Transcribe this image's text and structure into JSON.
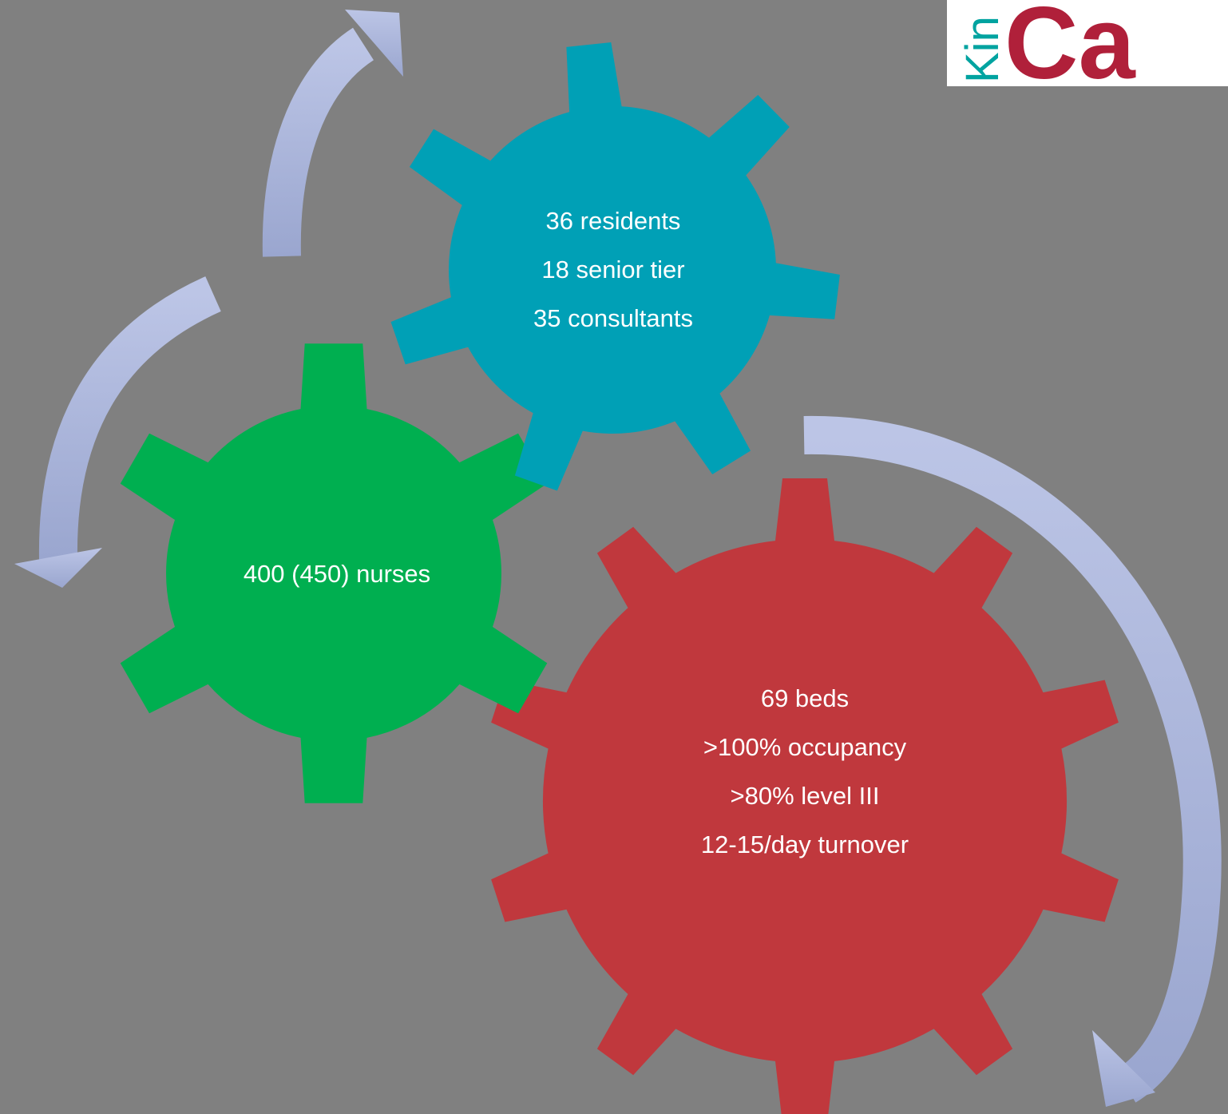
{
  "background": "#808080",
  "gears": [
    {
      "id": "beds",
      "color": "#C0383D",
      "lines": [
        "69 beds",
        ">100% occupancy",
        ">80% level III",
        "12-15/day turnover"
      ]
    },
    {
      "id": "nurses",
      "color": "#00AF50",
      "lines": [
        "400 (450) nurses"
      ]
    },
    {
      "id": "doctors",
      "color": "#00A0B6",
      "lines": [
        "36 residents",
        "18 senior tier",
        "35 consultants"
      ]
    }
  ],
  "arrow_color": "#AEB8DC",
  "logo": {
    "text_left": "Kin",
    "text_right": "Ca",
    "left_color": "#00A3A0",
    "right_color": "#B0203A"
  }
}
